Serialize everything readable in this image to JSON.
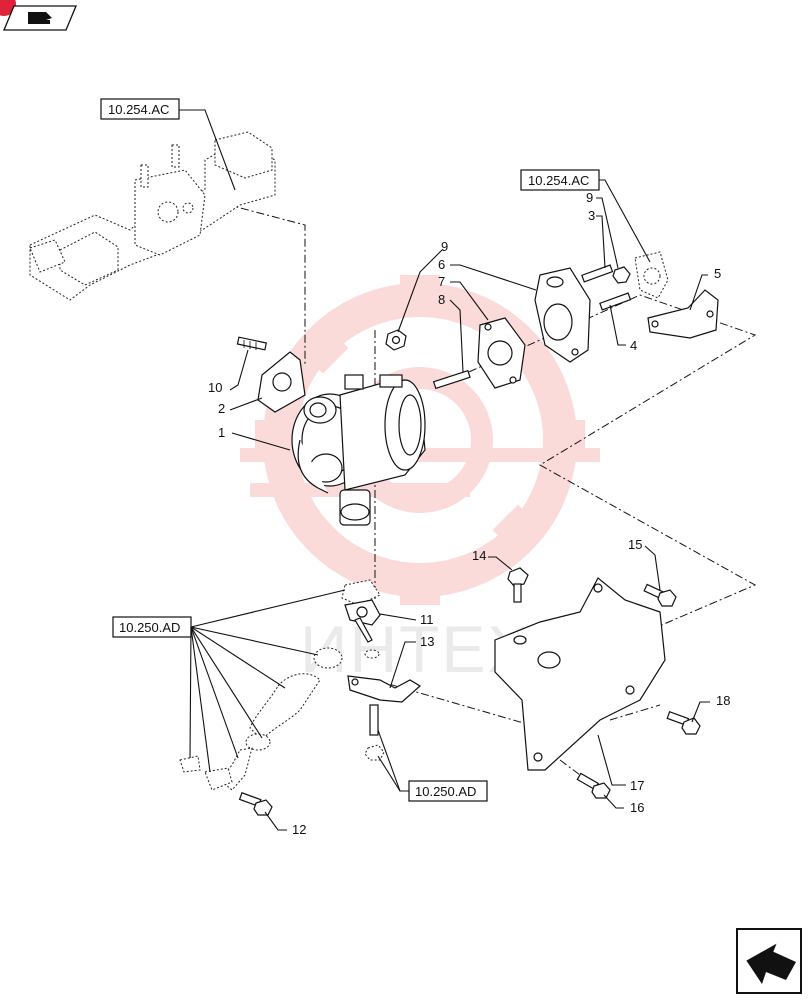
{
  "watermark": {
    "text": "ИНТЕХ",
    "color": "#f05a5a"
  },
  "accent_color": "#e0223a",
  "icons": {
    "top_left": "section-book-icon",
    "bottom_right": "next-page-arrow-icon"
  },
  "references": {
    "ref_top": "10.254.AC",
    "ref_right": "10.254.AC",
    "ref_left": "10.250.AD",
    "ref_bottom": "10.250.AD"
  },
  "callouts": {
    "c1": "1",
    "c2": "2",
    "c3": "3",
    "c4": "4",
    "c5": "5",
    "c6": "6",
    "c7": "7",
    "c8": "8",
    "c9a": "9",
    "c9b": "9",
    "c10": "10",
    "c11": "11",
    "c12": "12",
    "c13": "13",
    "c14": "14",
    "c15": "15",
    "c16": "16",
    "c17": "17",
    "c18": "18"
  }
}
